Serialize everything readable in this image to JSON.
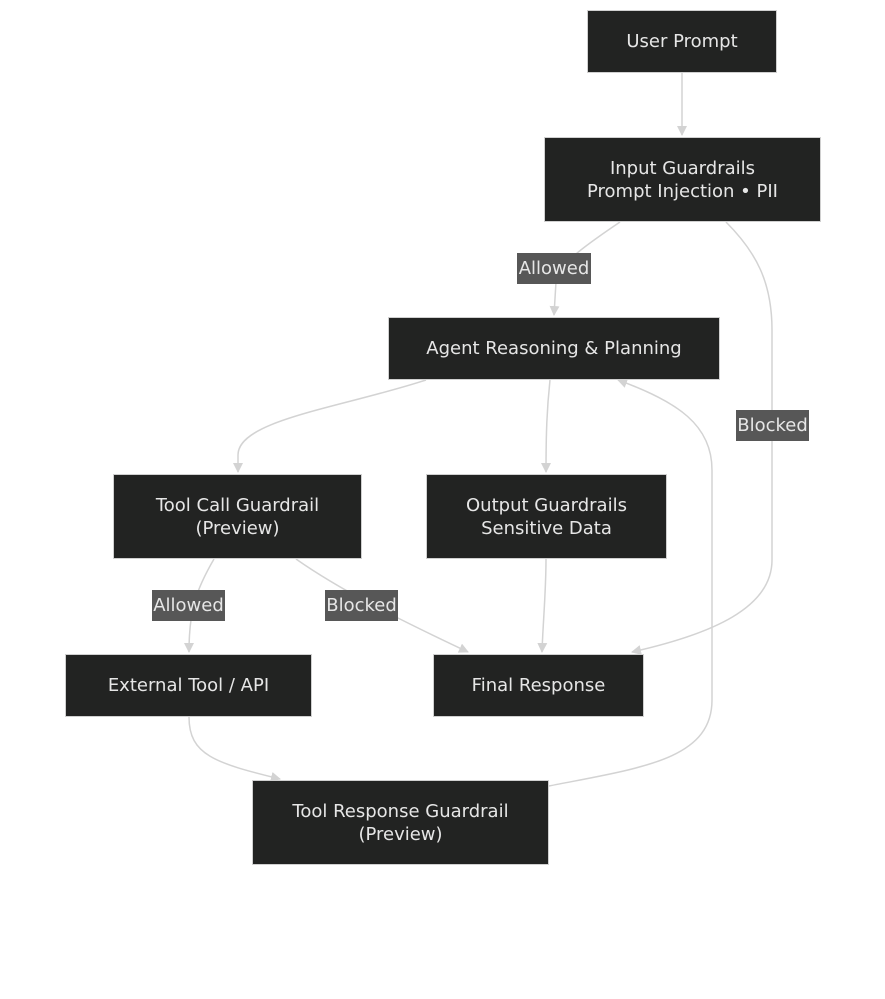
{
  "diagram": {
    "type": "flowchart",
    "nodes": {
      "user_prompt": {
        "lines": [
          "User Prompt"
        ]
      },
      "input_guardrails": {
        "lines": [
          "Input Guardrails",
          "Prompt Injection • PII"
        ]
      },
      "agent_reasoning": {
        "lines": [
          "Agent Reasoning & Planning"
        ]
      },
      "tool_call_guardrail": {
        "lines": [
          "Tool Call Guardrail",
          "(Preview)"
        ]
      },
      "output_guardrails": {
        "lines": [
          "Output Guardrails",
          "Sensitive Data"
        ]
      },
      "external_tool": {
        "lines": [
          "External Tool / API"
        ]
      },
      "final_response": {
        "lines": [
          "Final Response"
        ]
      },
      "tool_response_guardrail": {
        "lines": [
          "Tool Response Guardrail",
          "(Preview)"
        ]
      }
    },
    "edges": [
      {
        "from": "user_prompt",
        "to": "input_guardrails",
        "label": ""
      },
      {
        "from": "input_guardrails",
        "to": "agent_reasoning",
        "label": "Allowed"
      },
      {
        "from": "input_guardrails",
        "to": "final_response",
        "label": "Blocked"
      },
      {
        "from": "agent_reasoning",
        "to": "tool_call_guardrail",
        "label": ""
      },
      {
        "from": "agent_reasoning",
        "to": "output_guardrails",
        "label": ""
      },
      {
        "from": "tool_call_guardrail",
        "to": "external_tool",
        "label": "Allowed"
      },
      {
        "from": "tool_call_guardrail",
        "to": "final_response",
        "label": "Blocked"
      },
      {
        "from": "output_guardrails",
        "to": "final_response",
        "label": ""
      },
      {
        "from": "external_tool",
        "to": "tool_response_guardrail",
        "label": ""
      },
      {
        "from": "tool_response_guardrail",
        "to": "agent_reasoning",
        "label": ""
      }
    ],
    "colors": {
      "node_fill": "#222322",
      "node_border": "#d0d0d0",
      "node_text": "#e6e6e6",
      "edge": "#d3d3d3",
      "edge_label_bg": "#575757",
      "edge_label_text": "#e6e6e6",
      "background": "#ffffff"
    }
  }
}
